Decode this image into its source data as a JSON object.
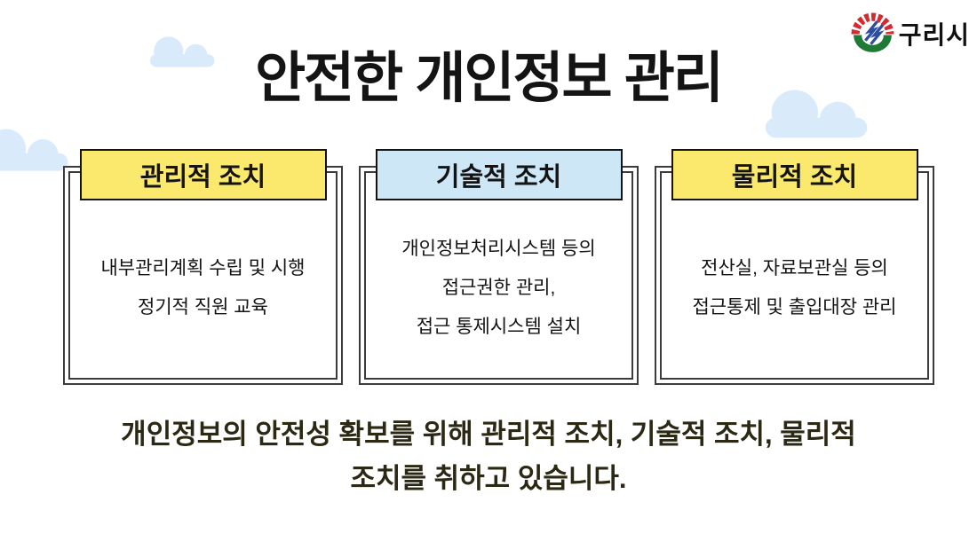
{
  "logo": {
    "text": "구리시",
    "emblem_icon": "guri-city-emblem",
    "colors": {
      "red": "#D42A30",
      "green": "#1E7A34",
      "blue": "#2B4EA2",
      "text": "#101010"
    }
  },
  "title": {
    "text": "안전한 개인정보 관리",
    "color": "#141414"
  },
  "cards": [
    {
      "header": "관리적 조치",
      "header_bg": "#FBE96D",
      "lines": [
        "내부관리계획 수립 및 시행",
        "정기적 직원 교육"
      ]
    },
    {
      "header": "기술적 조치",
      "header_bg": "#CEE7F6",
      "lines": [
        "개인정보처리시스템 등의",
        "접근권한 관리,",
        "접근 통제시스템 설치"
      ]
    },
    {
      "header": "물리적 조치",
      "header_bg": "#FBE96D",
      "lines": [
        "전산실, 자료보관실 등의",
        "접근통제 및 출입대장 관리"
      ]
    }
  ],
  "footer": {
    "lines": [
      "개인정보의 안전성 확보를 위해 관리적 조치, 기술적 조치, 물리적",
      "조치를 취하고 있습니다."
    ],
    "color": "#2b2813"
  },
  "decor": {
    "cloud_color": "#D9EBFB",
    "box_border_color": "#3c3c3c"
  }
}
